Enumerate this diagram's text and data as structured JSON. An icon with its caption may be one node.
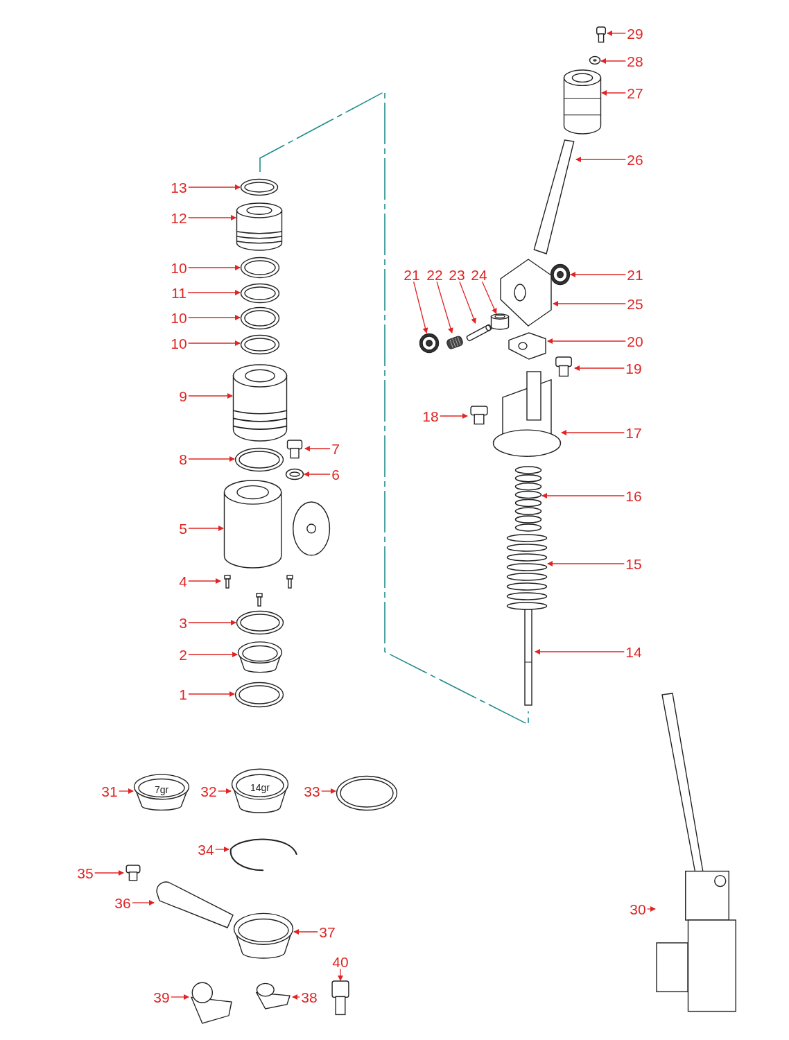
{
  "diagram": {
    "nodes": [
      {
        "text": [
          "29"
        ]
      },
      {
        "text": [],
        "shape": "picture"
      },
      {
        "text": [
          "28"
        ]
      },
      {
        "text": [],
        "shape": "picture"
      },
      {
        "text": [
          "27"
        ]
      },
      {
        "text": [],
        "shape": "picture"
      },
      {
        "text": [
          "26"
        ]
      },
      {
        "text": [],
        "shape": "picture"
      },
      {
        "text": [
          "13"
        ]
      },
      {
        "text": [],
        "shape": "picture"
      },
      {
        "text": [
          "12"
        ]
      },
      {
        "text": [],
        "shape": "picture"
      },
      {
        "text": [
          "10"
        ]
      },
      {
        "text": [],
        "shape": "picture"
      },
      {
        "text": [
          "21"
        ]
      },
      {
        "text": [],
        "shape": "picture"
      },
      {
        "text": [
          "22"
        ]
      },
      {
        "text": [],
        "shape": "picture"
      },
      {
        "text": [
          "23"
        ]
      },
      {
        "text": [],
        "shape": "picture"
      },
      {
        "text": [
          "24"
        ]
      },
      {
        "text": [],
        "shape": "cylinder"
      },
      {
        "text": [
          "21"
        ]
      },
      {
        "text": [],
        "shape": "picture"
      },
      {
        "text": [
          "11"
        ]
      },
      {
        "text": [],
        "shape": "picture"
      },
      {
        "text": [
          "25"
        ]
      },
      {
        "text": [],
        "shape": "picture"
      },
      {
        "text": [
          "10"
        ]
      },
      {
        "text": [],
        "shape": "picture"
      },
      {
        "text": [
          "20"
        ]
      },
      {
        "text": [],
        "shape": "picture"
      },
      {
        "text": [
          "10"
        ]
      },
      {
        "text": [],
        "shape": "picture"
      },
      {
        "text": [
          "19"
        ]
      },
      {
        "text": [],
        "shape": "picture"
      },
      {
        "text": [
          "9"
        ]
      },
      {
        "text": [],
        "shape": "picture"
      },
      {
        "text": [
          "18"
        ]
      },
      {
        "text": [],
        "shape": "picture"
      },
      {
        "text": [
          "17"
        ]
      },
      {
        "text": [],
        "shape": "picture"
      },
      {
        "text": [
          "7"
        ]
      },
      {
        "text": [],
        "shape": "picture"
      },
      {
        "text": [
          "8"
        ]
      },
      {
        "text": [],
        "shape": "picture"
      },
      {
        "text": [
          "6"
        ]
      },
      {
        "text": [],
        "shape": "picture"
      },
      {
        "text": [
          "16"
        ]
      },
      {
        "text": [],
        "shape": "picture"
      },
      {
        "text": [
          "5"
        ]
      },
      {
        "text": [],
        "shape": "picture"
      },
      {
        "text": [
          "15"
        ]
      },
      {
        "text": [],
        "shape": "picture"
      },
      {
        "text": [
          "4"
        ]
      },
      {
        "text": [],
        "shape": "picture"
      },
      {
        "text": [
          "3"
        ]
      },
      {
        "text": [],
        "shape": "picture"
      },
      {
        "text": [
          "14"
        ]
      },
      {
        "text": [],
        "shape": "picture"
      },
      {
        "text": [
          "2"
        ]
      },
      {
        "text": [],
        "shape": "picture"
      },
      {
        "text": [
          "1"
        ]
      },
      {
        "text": [],
        "shape": "picture"
      },
      {
        "text": [
          "31"
        ]
      },
      {
        "text": [
          "7gr"
        ]
      },
      {
        "text": [
          "32"
        ]
      },
      {
        "text": [
          "14gr"
        ]
      },
      {
        "text": [
          "33"
        ]
      },
      {
        "text": [],
        "shape": "picture"
      },
      {
        "text": [
          "34"
        ]
      },
      {
        "text": [],
        "shape": "picture"
      },
      {
        "text": [
          "35"
        ]
      },
      {
        "text": [],
        "shape": "picture"
      },
      {
        "text": [
          "36"
        ]
      },
      {
        "text": [],
        "shape": "picture"
      },
      {
        "text": [
          "30"
        ]
      },
      {
        "text": [],
        "shape": "picture"
      },
      {
        "text": [
          "37"
        ]
      },
      {
        "text": [],
        "shape": "picture"
      },
      {
        "text": [
          "40"
        ]
      },
      {
        "text": [],
        "shape": "picture"
      },
      {
        "text": [
          "39"
        ]
      },
      {
        "text": [],
        "shape": "picture"
      },
      {
        "text": [
          "38"
        ]
      },
      {
        "text": [],
        "shape": "picture"
      }
    ],
    "edges": [
      {
        "from": 0,
        "to": 1,
        "arrow": "to"
      },
      {
        "from": 2,
        "to": 3,
        "arrow": "to"
      },
      {
        "from": 4,
        "to": 5,
        "arrow": "to"
      },
      {
        "from": 6,
        "to": 7,
        "arrow": "to"
      },
      {
        "from": 8,
        "to": 9,
        "arrow": "to"
      },
      {
        "from": 10,
        "to": 11,
        "arrow": "to"
      },
      {
        "from": 12,
        "to": 13,
        "arrow": "to"
      },
      {
        "from": 14,
        "to": 15,
        "arrow": "to"
      },
      {
        "from": 16,
        "to": 17,
        "arrow": "to"
      },
      {
        "from": 18,
        "to": 19,
        "arrow": "to"
      },
      {
        "from": 20,
        "to": 21,
        "arrow": "to"
      },
      {
        "from": 22,
        "to": 23,
        "arrow": "to"
      },
      {
        "from": 24,
        "to": 25,
        "arrow": "to"
      },
      {
        "from": 26,
        "to": 27,
        "arrow": "to"
      },
      {
        "from": 28,
        "to": 29,
        "arrow": "to"
      },
      {
        "from": 30,
        "to": 31,
        "arrow": "to"
      },
      {
        "from": 32,
        "to": 33,
        "arrow": "to"
      },
      {
        "from": 34,
        "to": 35,
        "arrow": "to"
      },
      {
        "from": 36,
        "to": 37,
        "arrow": "to"
      },
      {
        "from": 38,
        "to": 39,
        "arrow": "to"
      },
      {
        "from": 40,
        "to": 41,
        "arrow": "to"
      },
      {
        "from": 42,
        "to": 43,
        "arrow": "to"
      },
      {
        "from": 44,
        "to": 45,
        "arrow": "to"
      },
      {
        "from": 46,
        "to": 47,
        "arrow": "to"
      },
      {
        "from": 48,
        "to": 49,
        "arrow": "to"
      },
      {
        "from": 50,
        "to": 51,
        "arrow": "to"
      },
      {
        "from": 52,
        "to": 53,
        "arrow": "to"
      },
      {
        "from": 54,
        "to": 55,
        "arrow": "to"
      },
      {
        "from": 56,
        "to": 57,
        "arrow": "to"
      },
      {
        "from": 58,
        "to": 59,
        "arrow": "to"
      },
      {
        "from": 60,
        "to": 61,
        "arrow": "to"
      },
      {
        "from": 62,
        "to": 63,
        "arrow": "to"
      },
      {
        "from": 64,
        "to": 65,
        "arrow": "to"
      },
      {
        "from": 66,
        "to": 67,
        "arrow": "to"
      },
      {
        "from": 68,
        "to": 69,
        "arrow": "to"
      },
      {
        "from": 70,
        "to": 71,
        "arrow": "to"
      },
      {
        "from": 72,
        "to": 73,
        "arrow": "to"
      },
      {
        "from": 74,
        "to": 75,
        "arrow": "to"
      },
      {
        "from": 76,
        "to": 77,
        "arrow": "to"
      },
      {
        "from": 78,
        "to": 79,
        "arrow": "to"
      },
      {
        "from": 80,
        "to": 81,
        "arrow": "to"
      },
      {
        "from": 82,
        "to": 83,
        "arrow": "to"
      },
      {
        "from": 84,
        "to": 85,
        "arrow": "to"
      }
    ]
  }
}
